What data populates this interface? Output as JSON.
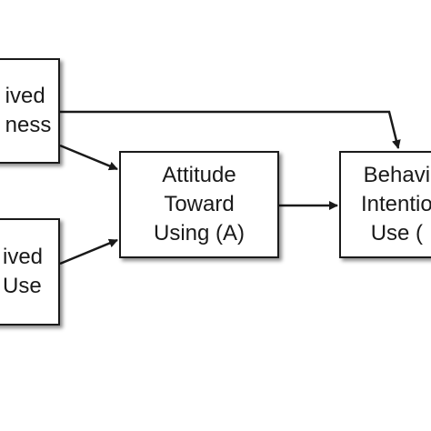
{
  "nodes": {
    "perceived_usefulness": {
      "lines": [
        "ived",
        "ness"
      ]
    },
    "perceived_ease_of_use": {
      "lines": [
        "ived",
        "Use"
      ]
    },
    "attitude_toward_using": {
      "lines": [
        "Attitude",
        "Toward",
        "Using (A)"
      ]
    },
    "behavioral_intention": {
      "lines": [
        "Behavi",
        "Intentio",
        "Use ("
      ]
    }
  },
  "colors": {
    "stroke": "#1a1a1a",
    "fill": "#ffffff"
  }
}
